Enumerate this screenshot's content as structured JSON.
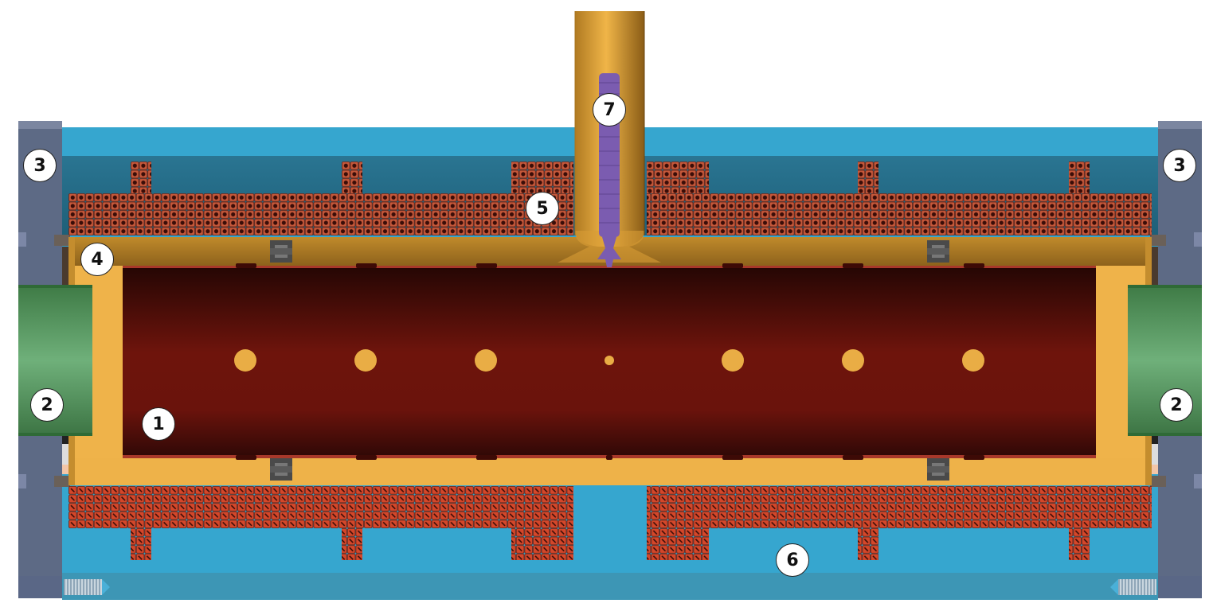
{
  "diagram": {
    "callouts": [
      {
        "id": "1",
        "label": "1"
      },
      {
        "id": "2L",
        "label": "2"
      },
      {
        "id": "2R",
        "label": "2"
      },
      {
        "id": "3L",
        "label": "3"
      },
      {
        "id": "3R",
        "label": "3"
      },
      {
        "id": "4",
        "label": "4"
      },
      {
        "id": "5",
        "label": "5"
      },
      {
        "id": "6",
        "label": "6"
      },
      {
        "id": "7",
        "label": "7"
      }
    ],
    "colors": {
      "water": "#36a6cf",
      "water_dark": "#1f6b86",
      "brass": "#e6a93e",
      "brass_dark": "#b07a22",
      "bore_dark": "#2a0806",
      "bore_mid": "#6e140c",
      "magnet_green": "#4a8c52",
      "flange_gray": "#5d6a85",
      "coil_copper": "#b4452a",
      "spike_purple": "#7b5cb0"
    }
  }
}
